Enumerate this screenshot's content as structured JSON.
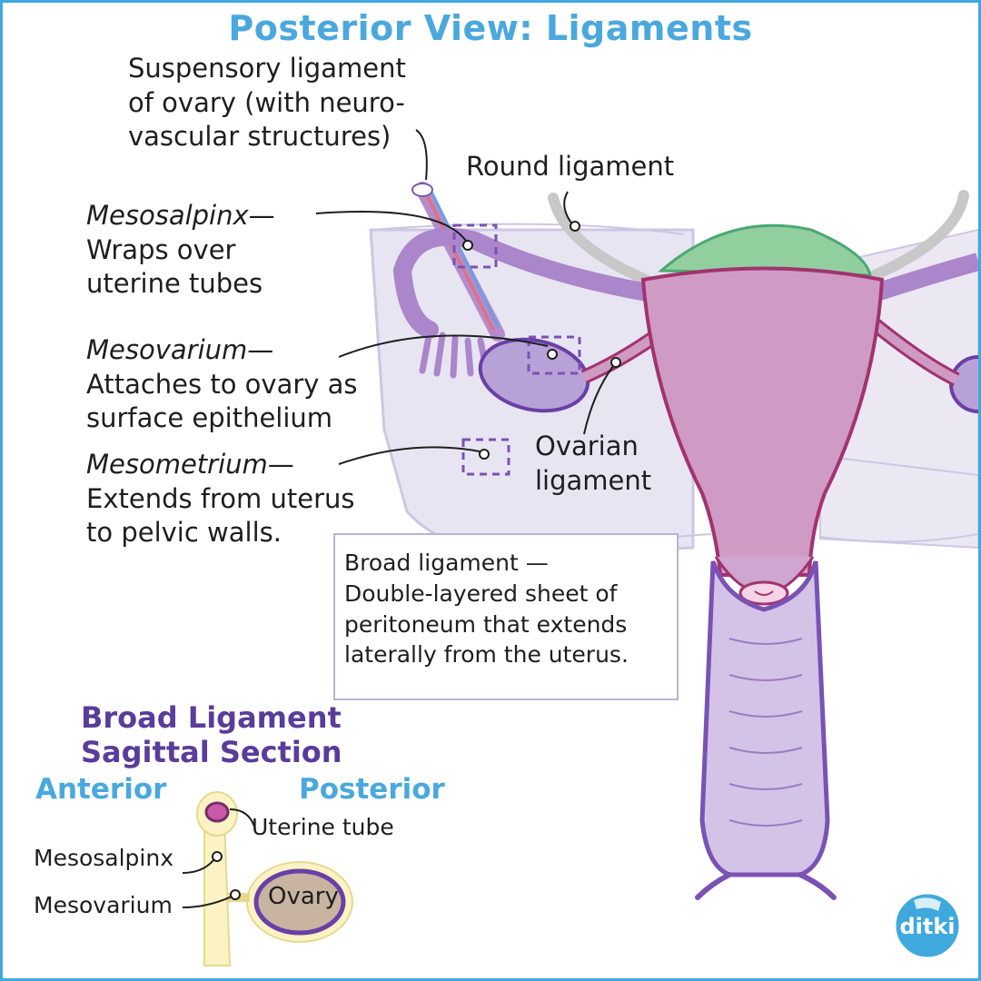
{
  "title": "Posterior View: Ligaments",
  "labels": {
    "suspensory": [
      "Suspensory ligament",
      "of ovary (with neuro-",
      "vascular  structures)"
    ],
    "round": "Round ligament",
    "mesosalpinx_term": "Mesosalpinx",
    "mesosalpinx_desc": [
      "Wraps over",
      " uterine tubes"
    ],
    "mesovarium_term": "Mesovarium",
    "mesovarium_desc": [
      "Attaches to ovary as",
      "surface epithelium"
    ],
    "mesometrium_term": "Mesometrium",
    "mesometrium_desc": [
      "Extends from uterus",
      "to pelvic walls."
    ],
    "ovarian": [
      "Ovarian",
      "ligament"
    ],
    "dash": "—"
  },
  "broad_box": {
    "heading": "Broad ligament —",
    "lines": [
      "Double-layered sheet of",
      "peritoneum that extends",
      "laterally from the uterus."
    ]
  },
  "sagittal": {
    "title_line1": "Broad Ligament",
    "title_line2": "Sagittal Section",
    "anterior": "Anterior",
    "posterior": "Posterior",
    "uterine_tube": "Uterine tube",
    "mesosalpinx": "Mesosalpinx",
    "mesovarium": "Mesovarium",
    "ovary": "Ovary"
  },
  "logo": {
    "text": "ditki"
  },
  "colors": {
    "title_blue": "#4aa8de",
    "uterus_pink": "#cf9bc4",
    "uterus_outline": "#a2336f",
    "tube_purple": "#ae86cc",
    "fundus_green": "#8fcf9c",
    "broad_lavender": "#e7e4f2",
    "subtitle_purple": "#5a3c9a",
    "yellow": "#fbf3c4"
  }
}
